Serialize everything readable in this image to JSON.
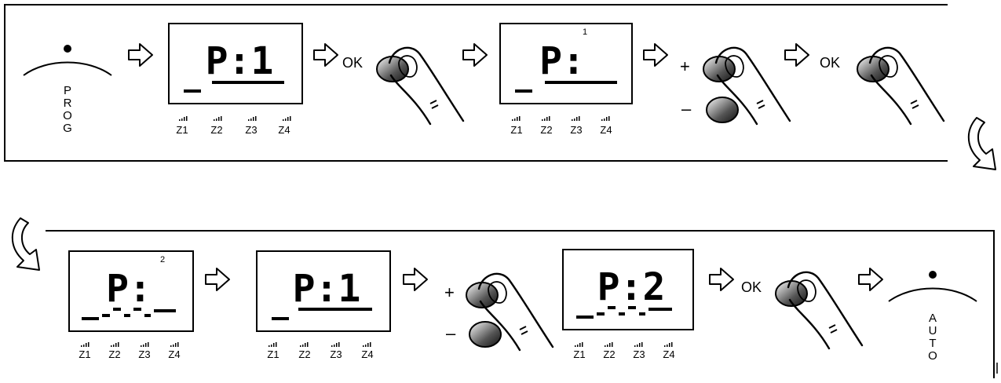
{
  "row1": {
    "prog_button": {
      "letters": [
        "P",
        "R",
        "O",
        "G"
      ]
    },
    "display_a": {
      "text": "P:1",
      "zones": [
        "Z1",
        "Z2",
        "Z3",
        "Z4"
      ]
    },
    "ok_label_1": "OK",
    "display_b": {
      "text": "P:",
      "superscript": "1",
      "zones": [
        "Z1",
        "Z2",
        "Z3",
        "Z4"
      ]
    },
    "plus_label_1": "+",
    "minus_label_1": "–",
    "ok_label_2": "OK"
  },
  "row2": {
    "display_c": {
      "text": "P:",
      "superscript": "2",
      "zones": [
        "Z1",
        "Z2",
        "Z3",
        "Z4"
      ]
    },
    "display_d": {
      "text": "P:1",
      "zones": [
        "Z1",
        "Z2",
        "Z3",
        "Z4"
      ]
    },
    "plus_label_2": "+",
    "minus_label_2": "–",
    "display_e": {
      "text": "P:2",
      "zones": [
        "Z1",
        "Z2",
        "Z3",
        "Z4"
      ]
    },
    "ok_label_3": "OK",
    "auto_button": {
      "letters": [
        "A",
        "U",
        "T",
        "O"
      ]
    }
  },
  "colors": {
    "stroke": "#000000",
    "background": "#ffffff",
    "button_fill": "#555555"
  }
}
